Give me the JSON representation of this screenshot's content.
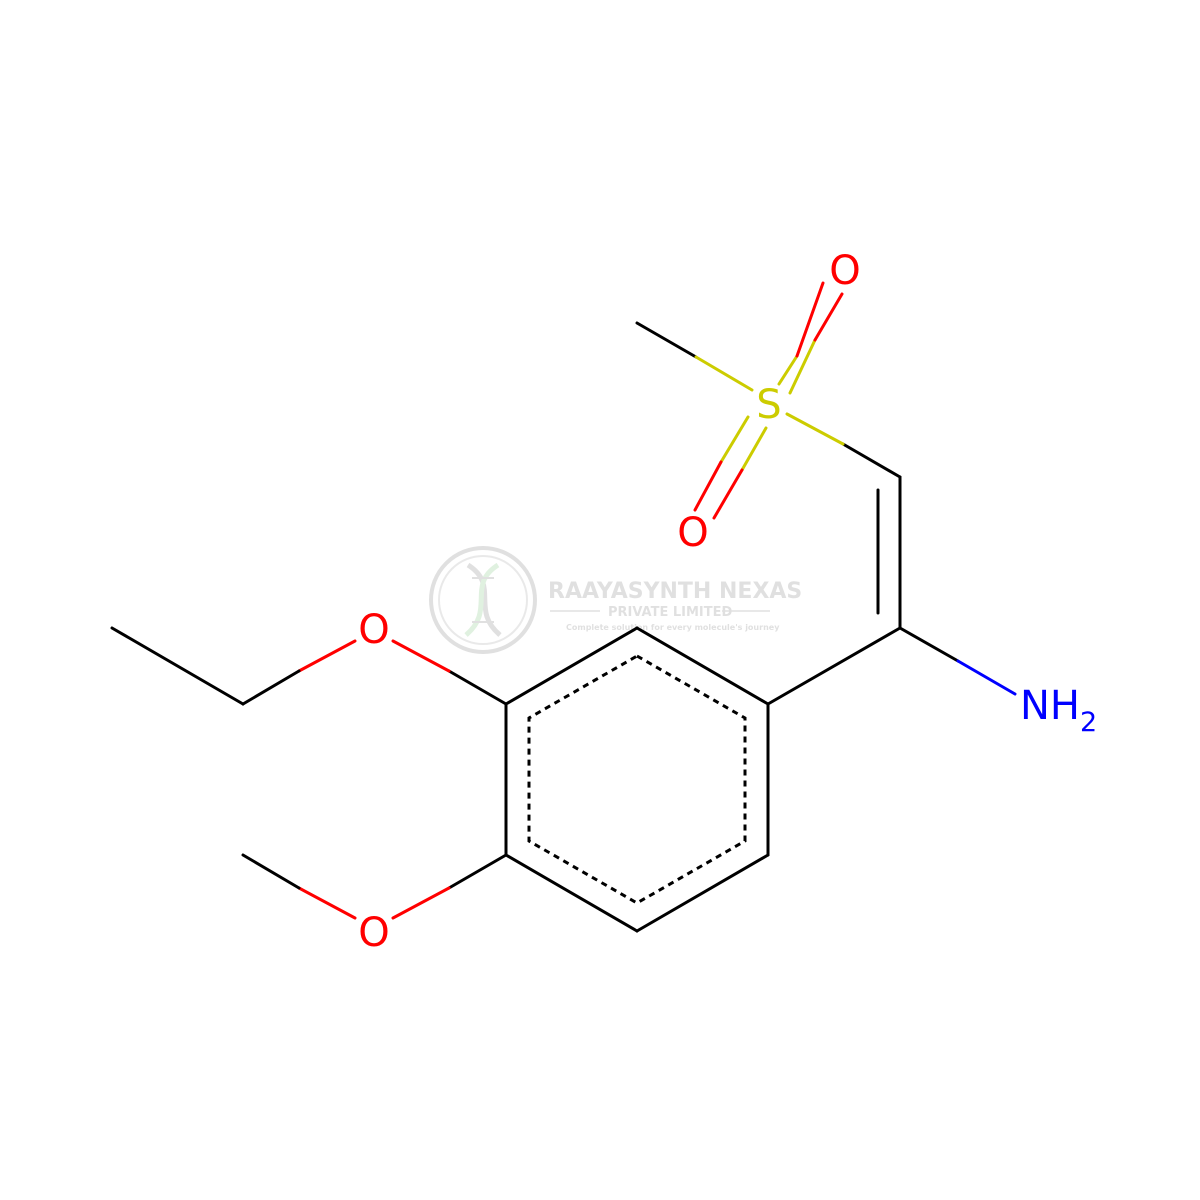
{
  "molecule": {
    "atoms": {
      "o_ethoxy": {
        "label": "O",
        "color": "#ff0000"
      },
      "o_methoxy": {
        "label": "O",
        "color": "#ff0000"
      },
      "s": {
        "label": "S",
        "color": "#cccc00"
      },
      "o_sulfonyl_top": {
        "label": "O",
        "color": "#ff0000"
      },
      "o_sulfonyl_bottom": {
        "label": "O",
        "color": "#ff0000"
      },
      "n": {
        "label": "NH",
        "subscript": "2",
        "color": "#0000ff"
      }
    },
    "bond_color": "#000000"
  },
  "watermark": {
    "company": "RAAYASYNTH NEXAS",
    "subtitle": "PRIVATE LIMITED",
    "tagline": "Complete solution for every molecule's journey",
    "color": "#c8c8c8",
    "logo_icon": "dna-helix-icon"
  }
}
